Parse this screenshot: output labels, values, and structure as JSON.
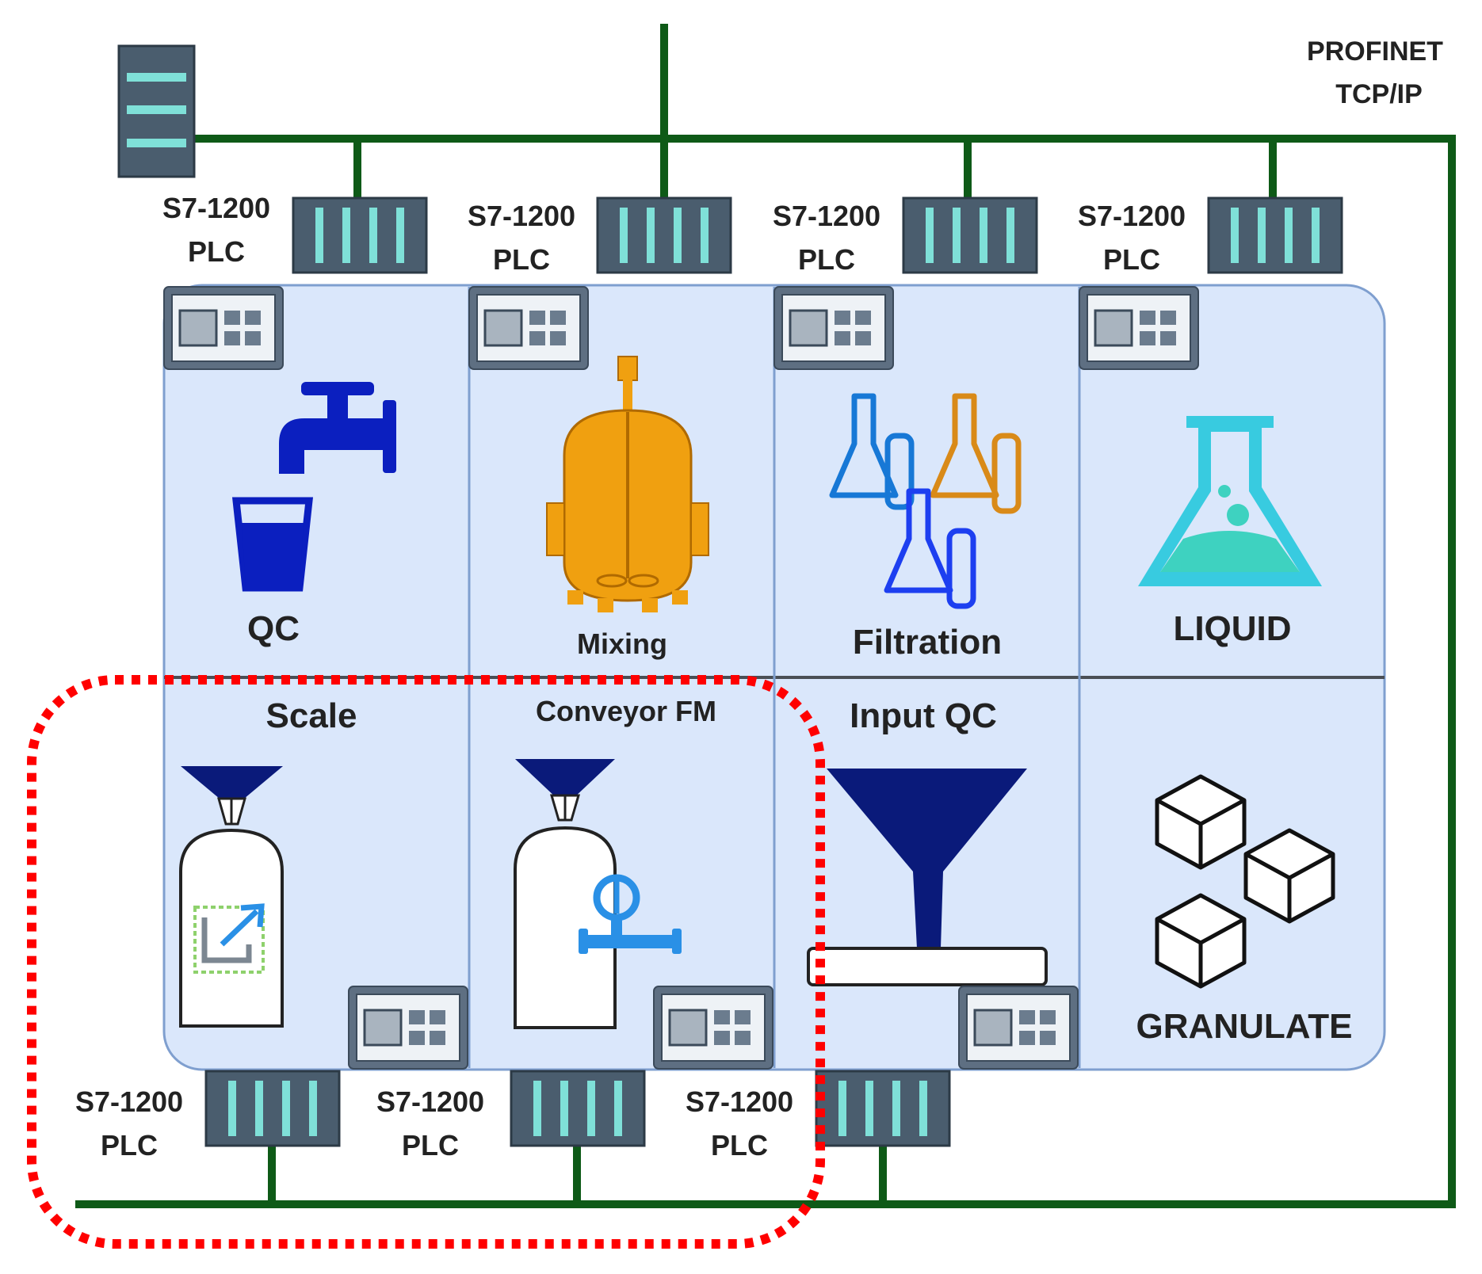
{
  "network": {
    "line1": "PROFINET",
    "line2": "TCP/IP",
    "bus_color": "#0e5a17"
  },
  "plc": {
    "model": "S7-1200",
    "type": "PLC",
    "body_color": "#4a5d6e",
    "stripe_color": "#7fe0d8"
  },
  "hmi_icon": "hmi-panel-icon",
  "server_icon": "server-rack-icon",
  "modules": {
    "qc": {
      "label": "QC",
      "icon": "water-tap-glass-icon"
    },
    "mixing": {
      "label": "Mixing",
      "icon": "reactor-tank-icon"
    },
    "filtration": {
      "label": "Filtration",
      "icon": "lab-flasks-icon"
    },
    "liquid": {
      "label": "LIQUID",
      "icon": "erlenmeyer-flask-icon"
    },
    "scale": {
      "label": "Scale",
      "icon": "scale-silo-icon"
    },
    "conveyor": {
      "label": "Conveyor FM",
      "icon": "flowmeter-silo-icon"
    },
    "input_qc": {
      "label": "Input QC",
      "icon": "funnel-icon"
    },
    "granulate": {
      "label": "GRANULATE",
      "icon": "cubes-icon"
    }
  },
  "colors": {
    "panel_fill": "#dae7fb",
    "panel_border": "#7f9fcf",
    "highlight_dash": "#ff0000",
    "qc_blue": "#0b1fbf",
    "mixing_orange": "#f0a010",
    "funnel_navy": "#0a1a7a",
    "liquid_teal": "#38cbe0"
  }
}
